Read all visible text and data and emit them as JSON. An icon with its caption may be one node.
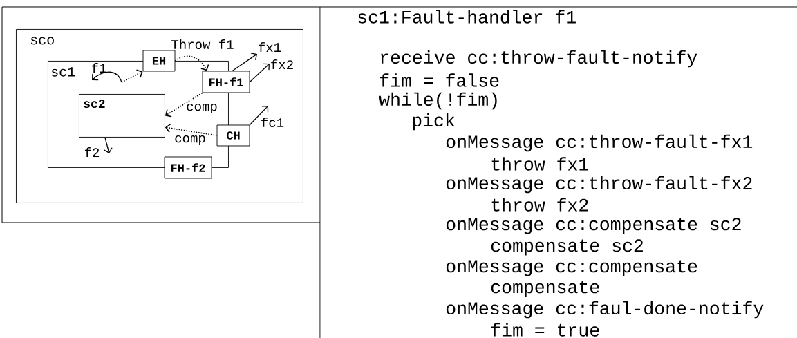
{
  "diagram": {
    "nodes": [
      {
        "text": [
          "sco"
        ]
      },
      {
        "text": [
          "sc1"
        ],
        "in": 0
      },
      {
        "text": [
          "EH"
        ],
        "in": 0
      },
      {
        "text": [
          "FH-f1"
        ],
        "in": 0
      },
      {
        "text": [
          "sc2"
        ],
        "in": 1
      },
      {
        "text": [
          "CH"
        ],
        "in": 0
      },
      {
        "text": [
          "FH-f2"
        ],
        "in": 0
      }
    ],
    "edges": [
      {
        "from": null,
        "to": 2,
        "arrow": "to",
        "style": "dashed"
      },
      {
        "from": 2,
        "to": 3,
        "arrow": "to",
        "style": "dashed",
        "label": "Throw f1"
      },
      {
        "from": 3,
        "to": null,
        "arrow": "to",
        "label": "fx1"
      },
      {
        "from": 3,
        "to": null,
        "arrow": "to",
        "label": "fx2"
      },
      {
        "from": 3,
        "to": 4,
        "arrow": "to",
        "style": "dashed",
        "label": "comp"
      },
      {
        "from": 5,
        "to": 4,
        "arrow": "to",
        "style": "dashed",
        "label": "comp"
      },
      {
        "from": 5,
        "to": null,
        "arrow": "to",
        "label": "fc1"
      },
      {
        "from": 4,
        "to": null,
        "arrow": "to",
        "label": "f2"
      }
    ],
    "labels": [
      "f1",
      "sc1:Fault-handler f1",
      "receive cc:throw-fault-notify",
      "fim = false",
      "while(!fim)",
      "pick",
      "onMessage cc:throw-fault-fx1",
      "throw fx1",
      "onMessage cc:throw-fault-fx2",
      "throw fx2",
      "onMessage cc:compensate sc2",
      "compensate sc2",
      "onMessage cc:compensate",
      "compensate",
      "onMessage cc:faul-done-notify",
      "fim = true"
    ]
  }
}
